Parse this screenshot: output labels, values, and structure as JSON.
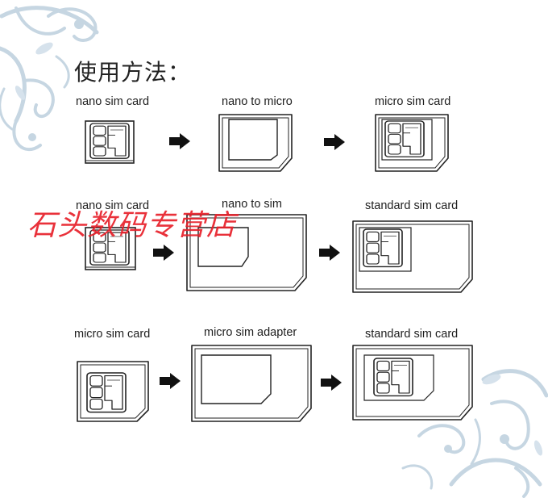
{
  "title": "使用方法：",
  "watermark": "石头数码专营店",
  "rows": [
    {
      "left": "nano sim card",
      "middle": "nano to micro",
      "right": "micro sim card"
    },
    {
      "left": "nano sim card",
      "middle": "nano to sim",
      "right": "standard sim card"
    },
    {
      "left": "micro sim card",
      "middle": "micro sim adapter",
      "right": "standard sim card"
    }
  ],
  "colors": {
    "ornament": "#c6d6e2",
    "watermark": "#e8202a",
    "line": "#2a2a2a"
  }
}
